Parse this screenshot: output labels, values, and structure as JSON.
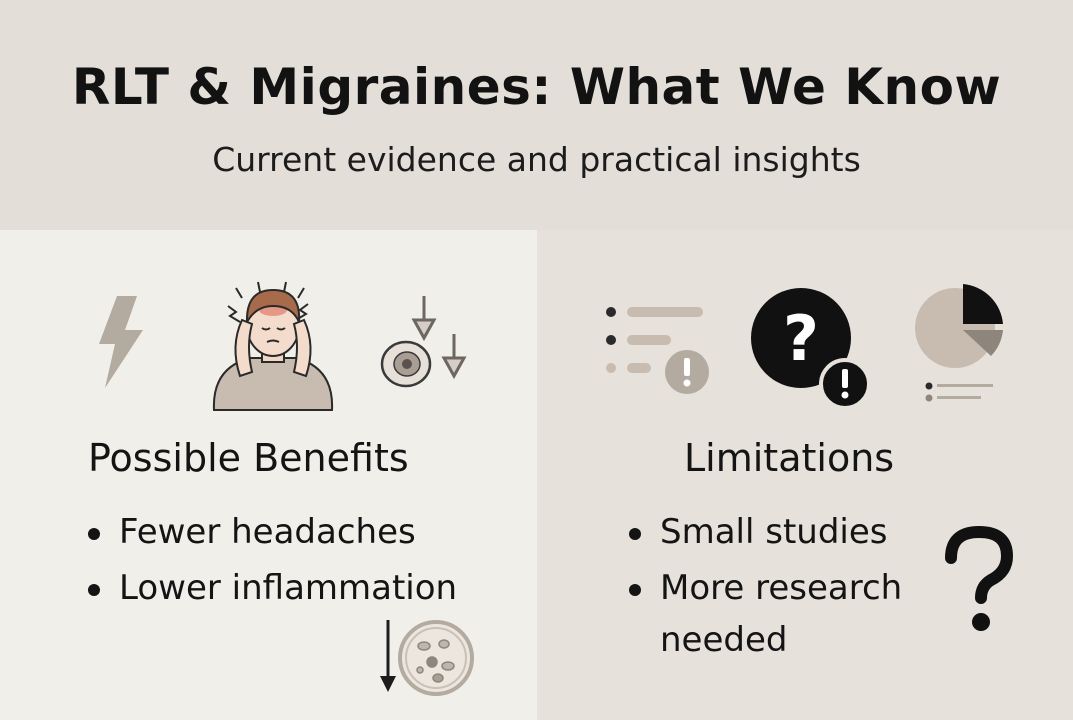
{
  "header": {
    "title": "RLT & Migraines: What We Know",
    "subtitle": "Current evidence and practical insights"
  },
  "benefits": {
    "heading": "Possible Benefits",
    "items": [
      "Fewer headaches",
      "Lower inflammation"
    ],
    "icons": [
      "lightning-icon",
      "headache-person-icon",
      "reduced-cell-icon",
      "inflammation-cell-icon"
    ]
  },
  "limitations": {
    "heading": "Limitations",
    "items": [
      "Small studies",
      "More research",
      "needed"
    ],
    "icons": [
      "list-warning-icon",
      "question-alert-icon",
      "pie-chart-icon",
      "question-mark-icon"
    ]
  },
  "colors": {
    "header_bg": "#e3ded8",
    "left_bg": "#f1efea",
    "right_bg": "#e6e1da",
    "icon_tan": "#b3aaa0",
    "text_dark": "#141414",
    "headache_red": "#e07a6a"
  }
}
